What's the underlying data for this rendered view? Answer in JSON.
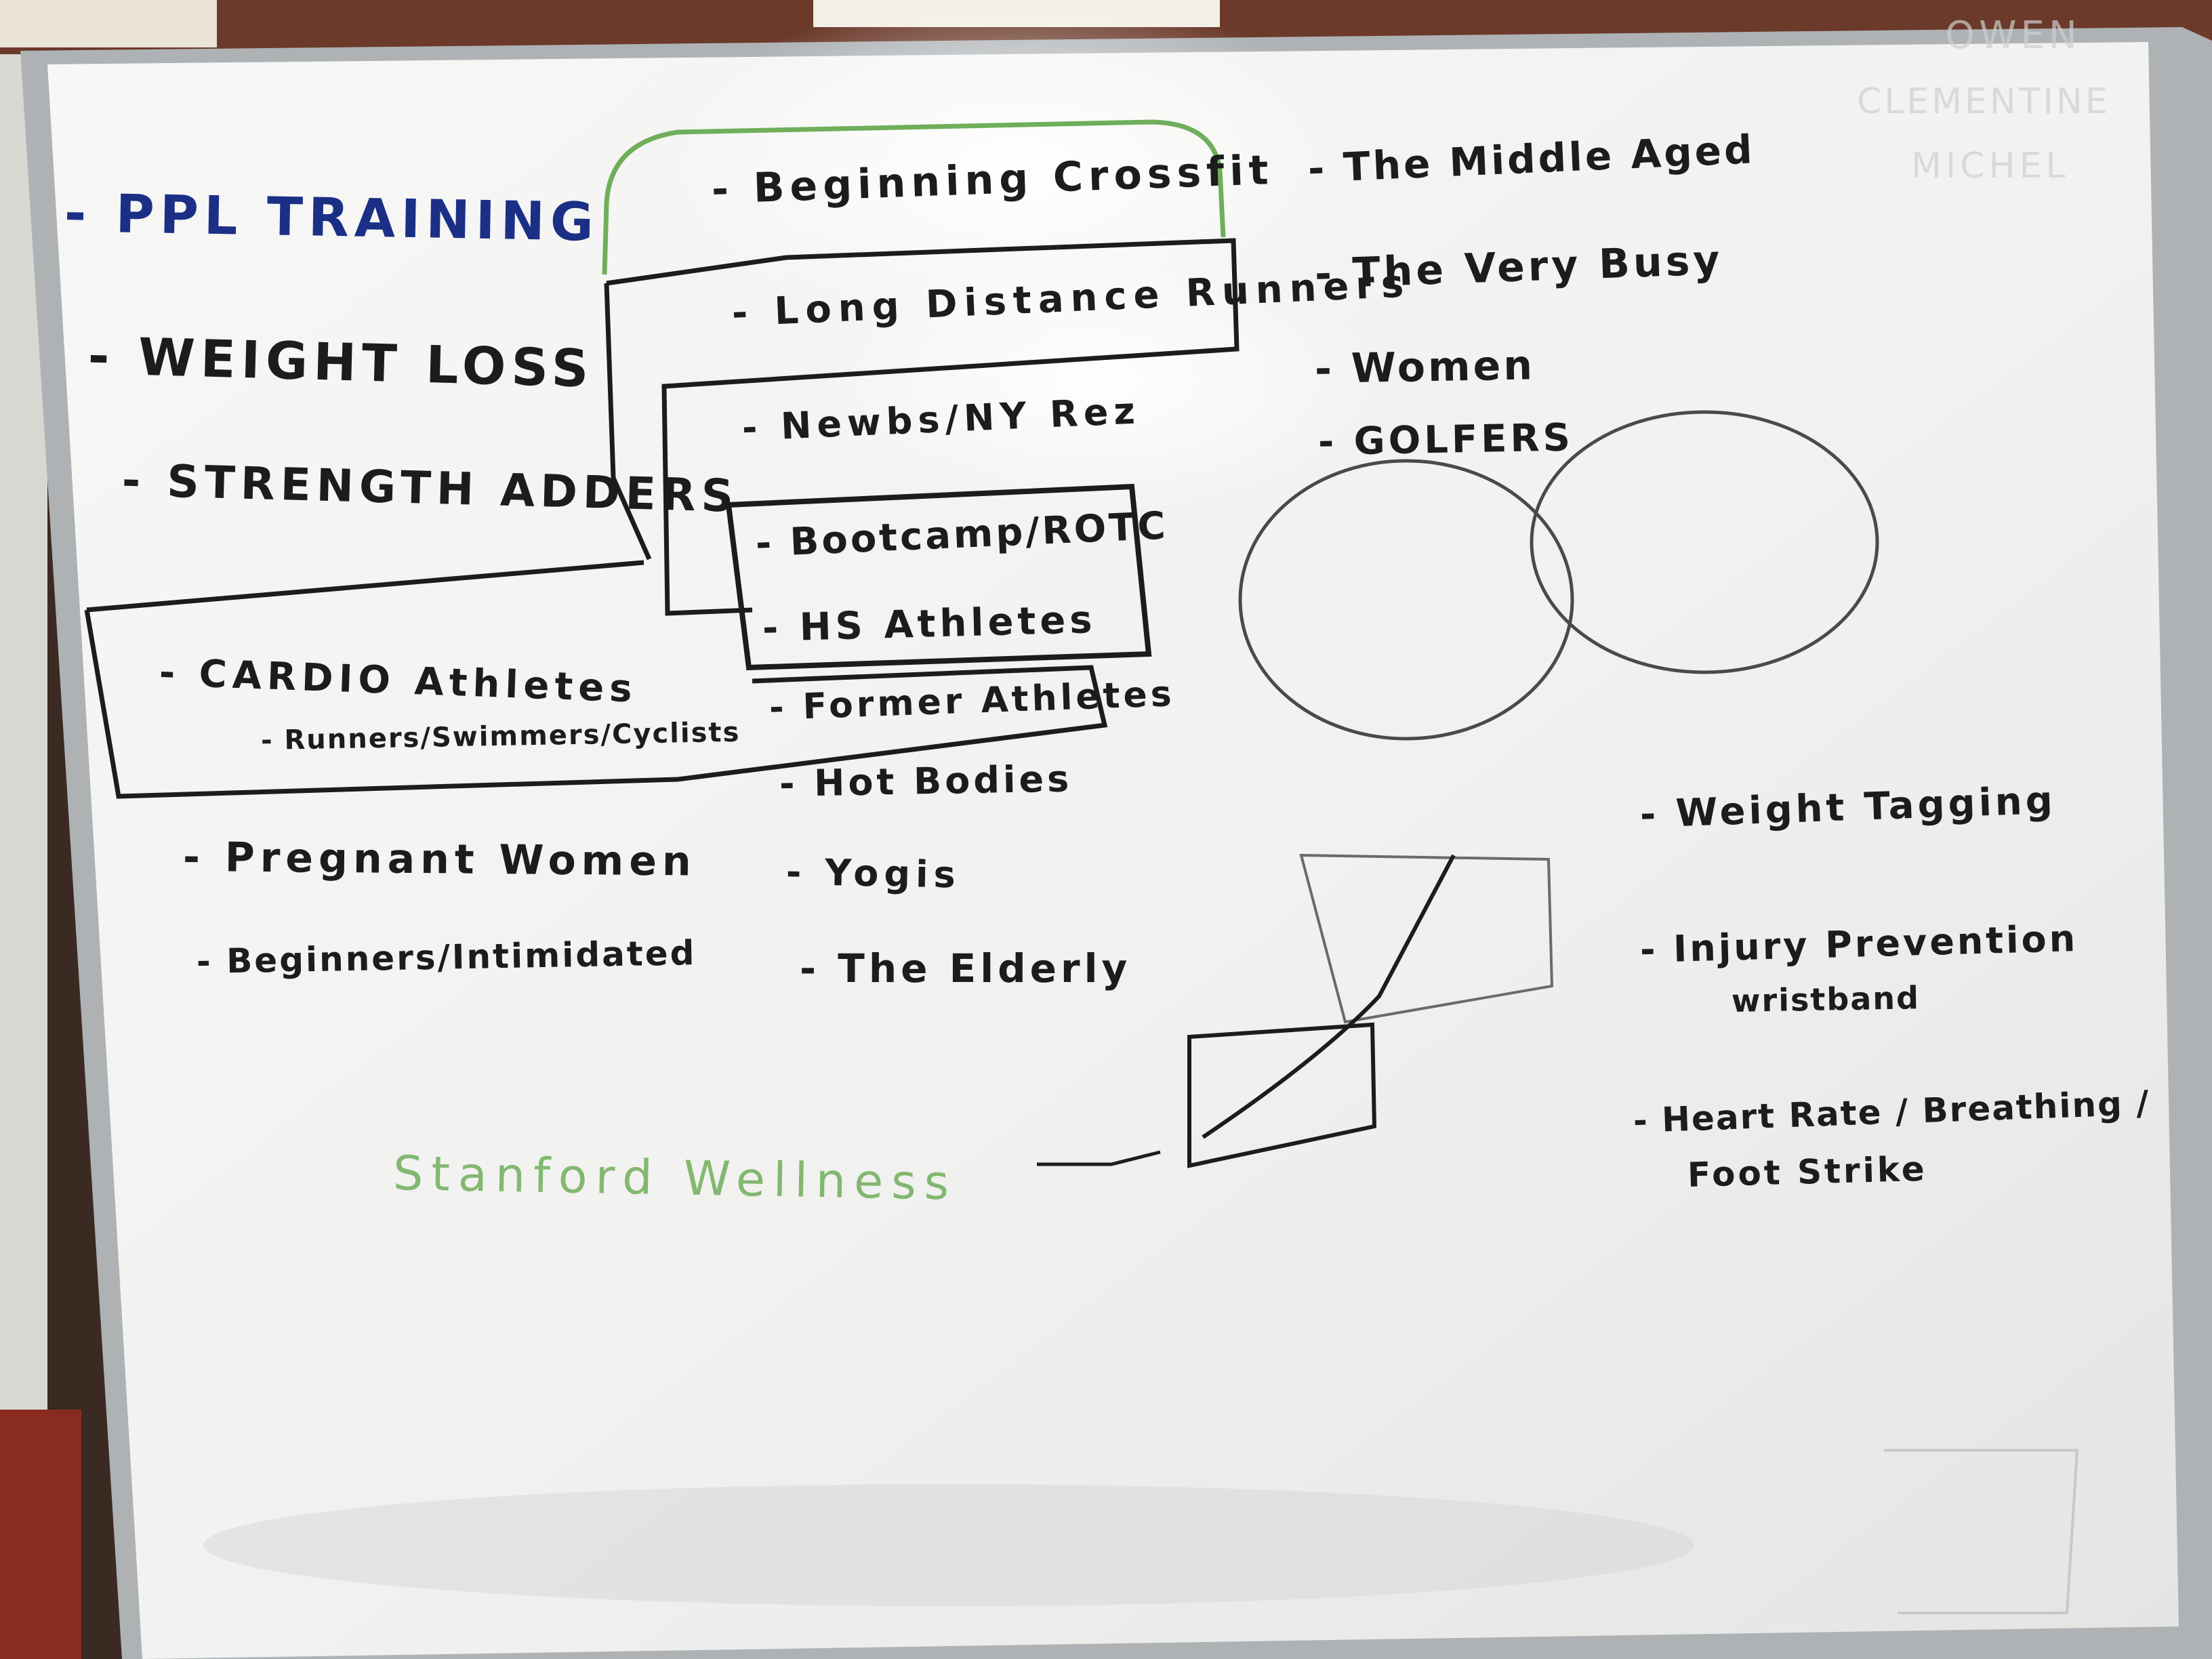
{
  "colors": {
    "board": "#f3f3f1",
    "frame": "#b9bcbe",
    "marker_black": "#1c1c1c",
    "marker_blue": "#1b2f86",
    "marker_green": "#6fae5a"
  },
  "whiteboard": {
    "left_list": [
      "- PPL TRAINING",
      "- WEIGHT LOSS",
      "- STRENGTH ADDERS",
      "- CARDIO Athletes",
      "- Runners/Swimmers/Cyclists",
      "- Pregnant Women",
      "- Beginners/Intimidated"
    ],
    "middle_list": [
      "- Beginning Crossfit",
      "- Long Distance Runners",
      "- Newbs/NY Rez",
      "- Bootcamp/ROTC",
      "- HS Athletes",
      "- Former Athletes",
      "- Hot Bodies",
      "- Yogis",
      "- The Elderly"
    ],
    "right_list": [
      "- The Middle Aged",
      "- The Very Busy",
      "- Women",
      "- GOLFERS"
    ],
    "product_list": [
      "- Weight Tagging",
      "- Injury Prevention",
      "wristband",
      "- Heart Rate / Breathing /",
      "Foot Strike"
    ],
    "signature": "Stanford Wellness",
    "corner_names": [
      "OWEN",
      "CLEMENTINE",
      "MICHEL"
    ]
  }
}
